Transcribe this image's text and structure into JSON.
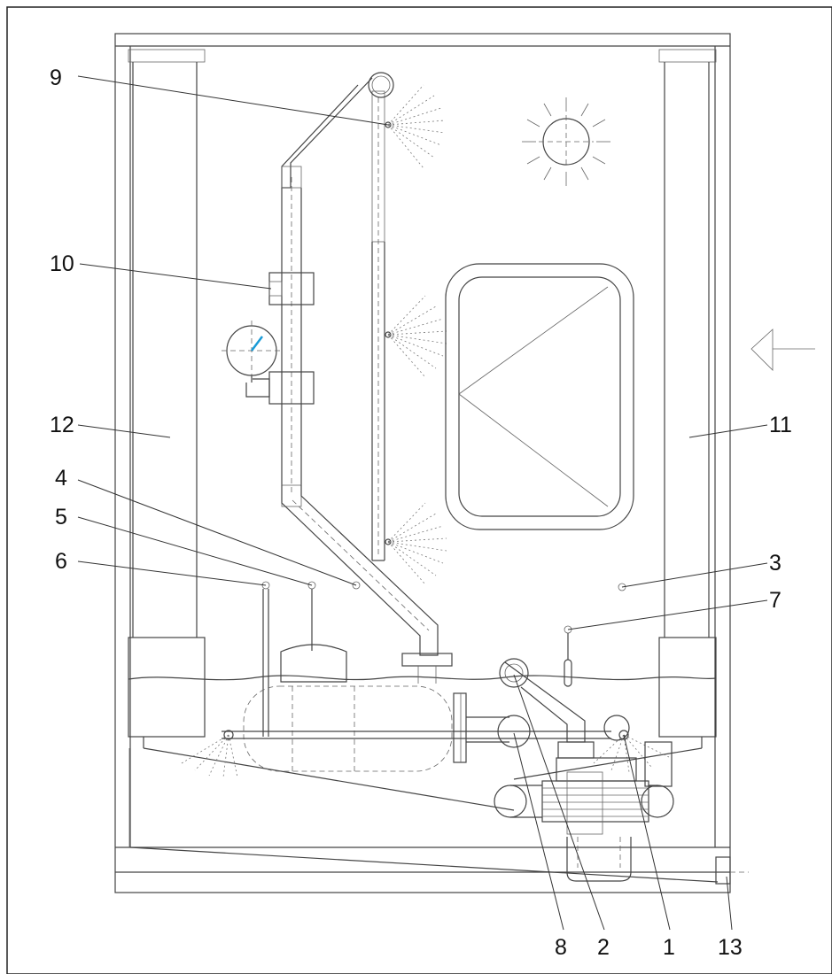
{
  "diagram": {
    "callouts": [
      {
        "id": "9",
        "text": "9"
      },
      {
        "id": "10",
        "text": "10"
      },
      {
        "id": "12",
        "text": "12"
      },
      {
        "id": "11",
        "text": "11"
      },
      {
        "id": "4",
        "text": "4"
      },
      {
        "id": "5",
        "text": "5"
      },
      {
        "id": "6",
        "text": "6"
      },
      {
        "id": "3",
        "text": "3"
      },
      {
        "id": "7",
        "text": "7"
      },
      {
        "id": "8",
        "text": "8"
      },
      {
        "id": "2",
        "text": "2"
      },
      {
        "id": "1",
        "text": "1"
      },
      {
        "id": "13",
        "text": "13"
      }
    ],
    "colors": {
      "line": "#444444",
      "text": "#111111",
      "gauge_needle": "#1a9bd7",
      "background": "#ffffff"
    },
    "icons": [
      "sun-icon",
      "inlet-arrow-icon",
      "spray-nozzle-icon",
      "pressure-gauge-icon",
      "float-icon"
    ]
  }
}
